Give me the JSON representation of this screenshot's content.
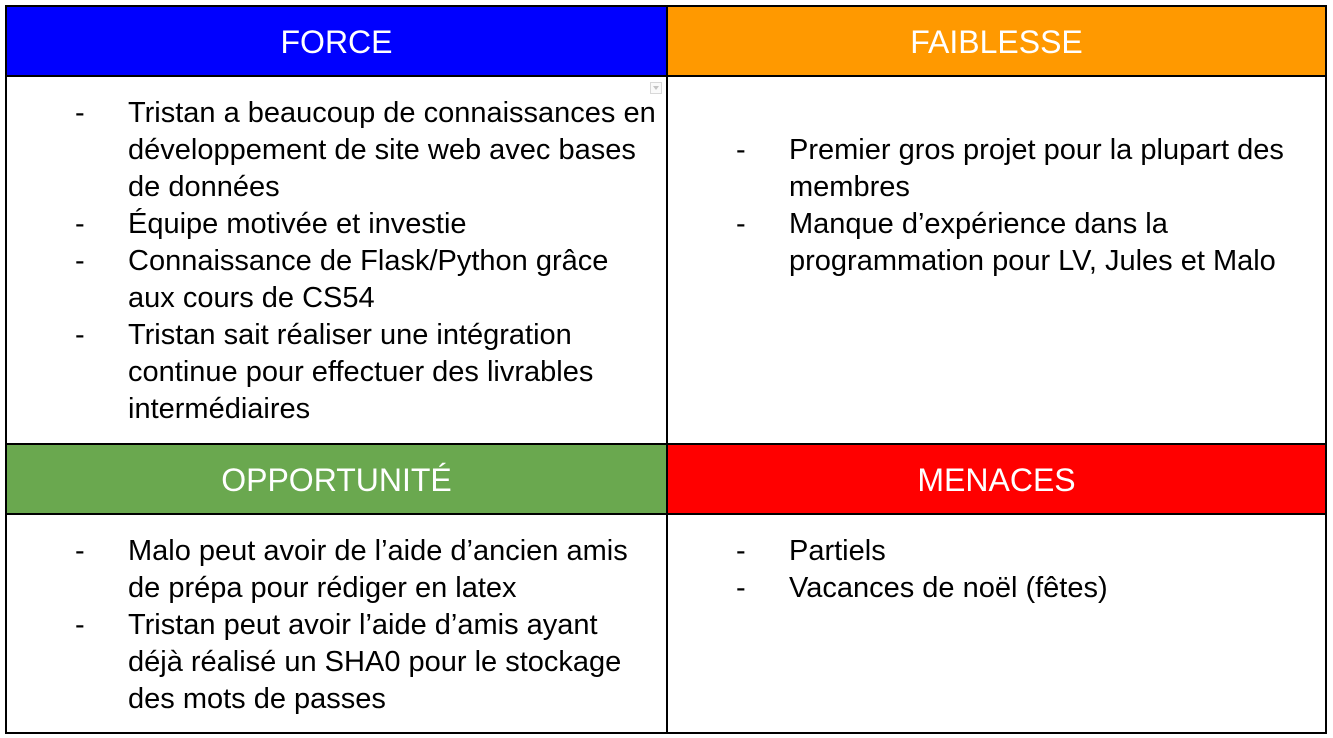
{
  "colors": {
    "force": "#0000ff",
    "faiblesse": "#ff9900",
    "opportunite": "#6aa84f",
    "menaces": "#ff0000"
  },
  "force": {
    "title": "FORCE",
    "items": [
      "Tristan a beaucoup de connaissances en développement de site web avec bases de données",
      "Équipe motivée et investie",
      "Connaissance de Flask/Python grâce aux cours de CS54",
      "Tristan sait réaliser une intégration continue pour effectuer des livrables intermédiaires"
    ]
  },
  "faiblesse": {
    "title": "FAIBLESSE",
    "items": [
      "Premier gros projet pour la plupart des membres",
      "Manque d’expérience dans la programmation pour LV, Jules et Malo"
    ]
  },
  "opportunite": {
    "title": "OPPORTUNITÉ",
    "items": [
      "Malo peut avoir de l’aide d’ancien amis de prépa pour rédiger en latex",
      "Tristan peut avoir l’aide d’amis ayant déjà réalisé un SHA0 pour le stockage des mots de passes"
    ]
  },
  "menaces": {
    "title": "MENACES",
    "items": [
      "Partiels",
      "Vacances de noël (fêtes)"
    ]
  },
  "bullet": "-"
}
